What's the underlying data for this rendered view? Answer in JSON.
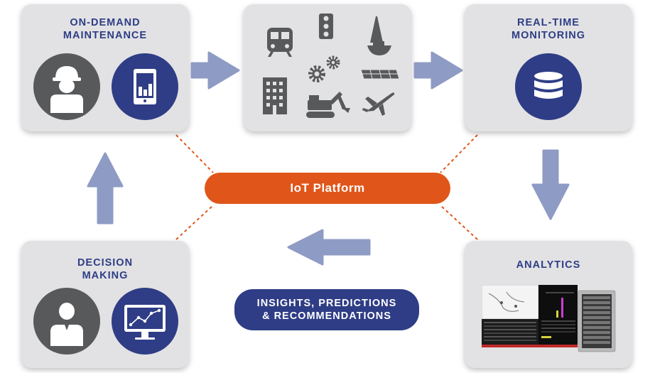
{
  "platform": {
    "label": "IoT Platform",
    "color": "#e0561a"
  },
  "colors": {
    "box_bg": "#e2e2e4",
    "title_text": "#2e3d85",
    "navy": "#2e3d85",
    "icon_gray": "#58595b",
    "arrow": "#8e9bc4",
    "dots": "#e0561a"
  },
  "boxes": {
    "maintenance": {
      "title_lines": [
        "ON-DEMAND",
        "MAINTENANCE"
      ],
      "icons": [
        "worker-hardhat-icon",
        "tablet-chart-icon"
      ]
    },
    "assets": {
      "icons": [
        "train-icon",
        "traffic-light-icon",
        "oil-rig-icon",
        "gears-icon",
        "building-icon",
        "excavator-icon",
        "solar-panel-icon",
        "airplane-icon"
      ]
    },
    "monitoring": {
      "title_lines": [
        "REAL-TIME",
        "MONITORING"
      ],
      "icons": [
        "database-icon"
      ]
    },
    "analytics": {
      "title": "ANALYTICS",
      "icons": [
        "analytics-screens-image"
      ]
    },
    "decision": {
      "title_lines": [
        "DECISION",
        "MAKING"
      ],
      "icons": [
        "person-icon",
        "monitor-chart-icon"
      ]
    }
  },
  "insights": {
    "lines": [
      "INSIGHTS, PREDICTIONS",
      "& RECOMMENDATIONS"
    ],
    "color": "#2e3d85"
  }
}
